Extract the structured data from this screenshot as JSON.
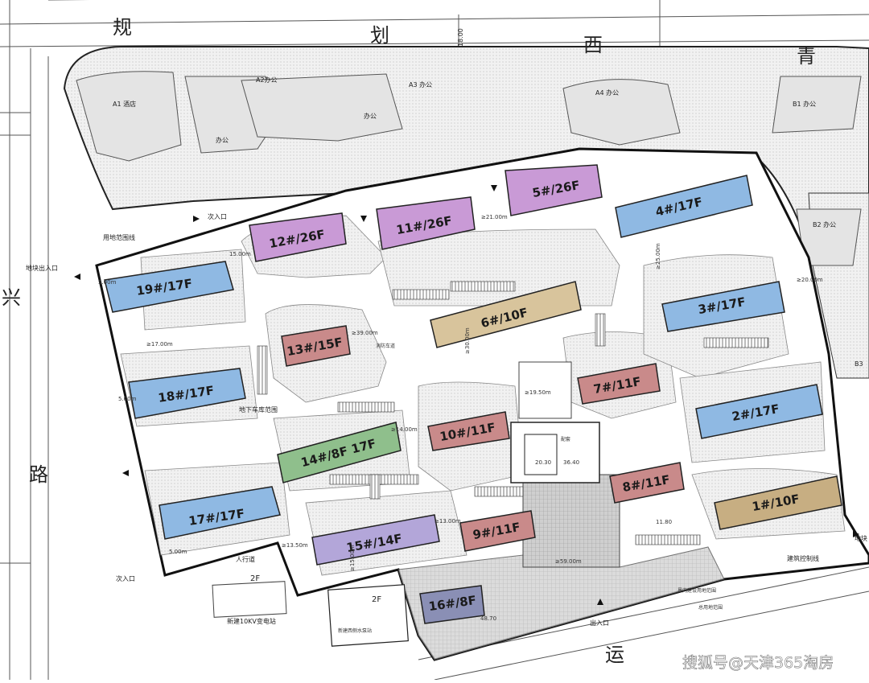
{
  "roads": {
    "north": [
      "规",
      "划",
      "西",
      "青"
    ],
    "west": [
      "兴",
      "路"
    ],
    "south": [
      "运"
    ],
    "north_width": "18.00"
  },
  "offices": {
    "a1": "A1 酒店",
    "a2": "A2办公",
    "a3": "A3 办公",
    "a4": "A4 办公",
    "b1": "B1 办公",
    "b2": "B2 办公",
    "b3": "B3",
    "office1": "办公",
    "office2": "办公"
  },
  "buildings": {
    "b1": "1#/10F",
    "b2": "2#/17F",
    "b3": "3#/17F",
    "b4": "4#/17F",
    "b5": "5#/26F",
    "b6": "6#/10F",
    "b7": "7#/11F",
    "b8": "8#/11F",
    "b9": "9#/11F",
    "b10": "10#/11F",
    "b11": "11#/26F",
    "b12": "12#/26F",
    "b13": "13#/15F",
    "b14": "14#/8F 17F",
    "b15": "15#/14F",
    "b16": "16#/8F",
    "b17": "17#/17F",
    "b18": "18#/17F",
    "b19": "19#/17F"
  },
  "labels": {
    "entrance_nw": "次入口",
    "entrance_sw": "次入口",
    "entrance_s": "出入口",
    "basement_entry": "地块出入口",
    "basement_entry_e": "地块",
    "land_line": "用地范围线",
    "garage_line": "地下车库范围",
    "build_line": "建筑控制线",
    "site_a": "界内建设用地范围",
    "site_b": "总用地范围",
    "substation": "新建10KV变电站",
    "pump": "新建西侧水泵站",
    "sidewalk": "人行道",
    "floors_2f_a": "2F",
    "floors_2f_b": "2F",
    "fire_road": "消防车道",
    "kindergarten": "配套",
    "kinder_dim_a": "20.30",
    "kinder_dim_b": "36.40",
    "dim_center": "≥39.00m",
    "dim_1950": "≥19.50m",
    "dim_bottom": "≥59.00m",
    "dim_1180": "11.80",
    "dim_4870": "48.70",
    "dim_15": "15.00m",
    "dim_500a": "5.00m",
    "dim_500b": "5.00m",
    "dim_500c": "5.00m",
    "dim_1350": "≥13.50m",
    "dim_1500": "≥15.00m",
    "dim_2100": "≥21.00m",
    "dim_2000": "≥20.00m",
    "dim_3000": "≥30.00m",
    "dim_2500": "≥25.00m",
    "dim_1400": "≥14.00m",
    "dim_1300": "≥13.00m",
    "dim_1700": "≥17.00m",
    "watermark": "搜狐号@天津365淘房"
  },
  "colors": {
    "blue": "#8fb9e3",
    "purple": "#c99ad6",
    "tan": "#d8c49c",
    "brown": "#c98a8a",
    "green": "#8fbf8c",
    "lavender": "#b3a6d9",
    "slate": "#8a8fb5",
    "tan_dark": "#c7ae82"
  }
}
